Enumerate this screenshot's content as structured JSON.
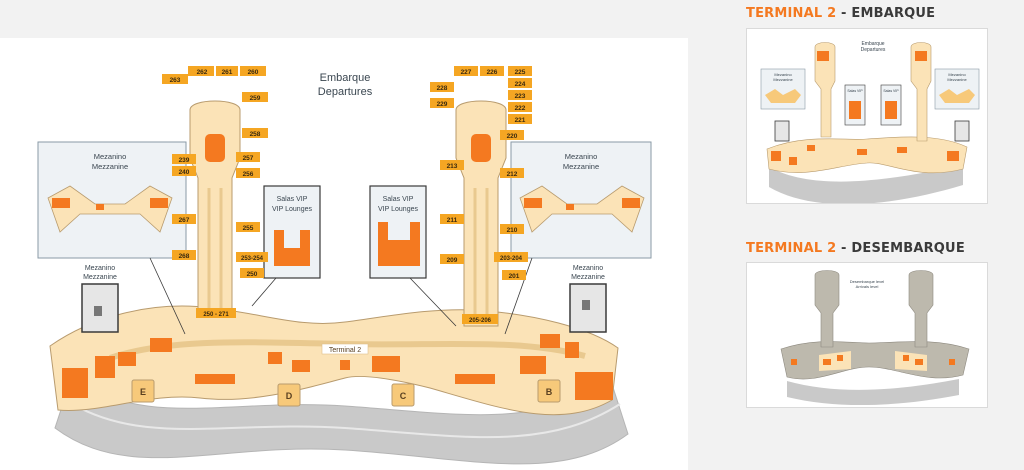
{
  "colors": {
    "accent": "#f47920",
    "terminal_fill": "#fbe7c4",
    "concourse_fill": "#f6d9a8",
    "road": "#c8c8c8",
    "mezzanine_box": "#eef2f5",
    "dark_text": "#3a3a3a"
  },
  "main_map": {
    "title_line1": "Embarque",
    "title_line2": "Departures",
    "mezz_left_line1": "Mezanino",
    "mezz_left_line2": "Mezzanine",
    "mezz_right_line1": "Mezanino",
    "mezz_right_line2": "Mezzanine",
    "mezz_small_left_line1": "Mezanino",
    "mezz_small_left_line2": "Mezzanine",
    "mezz_small_right_line1": "Mezanino",
    "mezz_small_right_line2": "Mezzanine",
    "vip_left_line1": "Salas VIP",
    "vip_left_line2": "VIP Lounges",
    "vip_right_line1": "Salas VIP",
    "vip_right_line2": "VIP Lounges",
    "terminal_label": "Terminal 2",
    "checkin_letters": [
      "E",
      "D",
      "C",
      "B"
    ],
    "gates_left_pier": {
      "top": [
        "262",
        "261",
        "260",
        "263",
        "259",
        "258"
      ],
      "right": [
        "257",
        "256",
        "255"
      ],
      "left": [
        "239",
        "240",
        "267",
        "268"
      ],
      "combined_right": "253-254",
      "near_bottom": "250",
      "bottom": "250 - 271"
    },
    "gates_right_pier": {
      "top": [
        "227",
        "226",
        "225",
        "228",
        "224",
        "229",
        "223",
        "222",
        "221",
        "220"
      ],
      "left": [
        "213",
        "211",
        "209"
      ],
      "right": [
        "212",
        "210"
      ],
      "combined_right": "203-204",
      "near_bottom": "201",
      "bottom": "205-206"
    }
  },
  "thumb_departures": {
    "title_accent": "TERMINAL 2",
    "title_rest": " - EMBARQUE",
    "inner_line1": "Embarque",
    "inner_line2": "Departures",
    "mezz_left_line1": "Mezanino",
    "mezz_left_line2": "Mezzanine",
    "mezz_right_line1": "Mezanino",
    "mezz_right_line2": "Mezzanine",
    "vip_left": "Salas VIP",
    "vip_right": "Salas VIP"
  },
  "thumb_arrivals": {
    "title_accent": "TERMINAL 2",
    "title_rest": " - DESEMBARQUE",
    "inner_line1": "Desembarque level",
    "inner_line2": "Arrivals level"
  }
}
